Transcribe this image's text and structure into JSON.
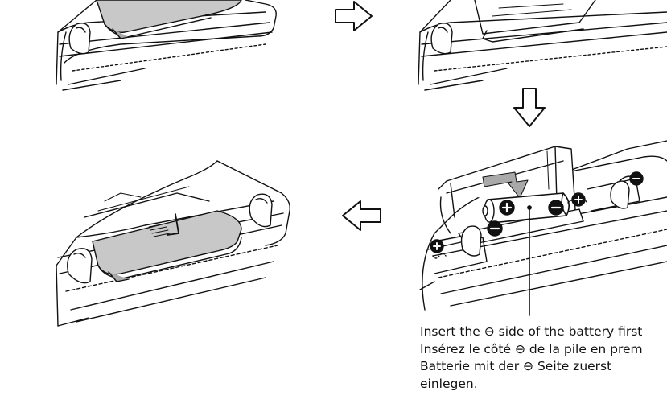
{
  "caption": {
    "line1": "Insert the ⊖ side of the battery first",
    "line2": "Insérez le côté ⊖ de la pile en prem",
    "line3": "Batterie mit der ⊖ Seite zuerst",
    "line4": "einlegen."
  },
  "diagram": {
    "steps": [
      {
        "id": 1,
        "content": "battery-cover-closed"
      },
      {
        "id": 2,
        "content": "battery-cover-open"
      },
      {
        "id": 3,
        "content": "battery-inserted"
      },
      {
        "id": 4,
        "content": "battery-cover-closed"
      }
    ],
    "arrows": [
      "right",
      "down",
      "left"
    ],
    "colors": {
      "line": "#111111",
      "cover": "#c8c8c8",
      "cover-shadow": "#a9a9a9"
    }
  }
}
